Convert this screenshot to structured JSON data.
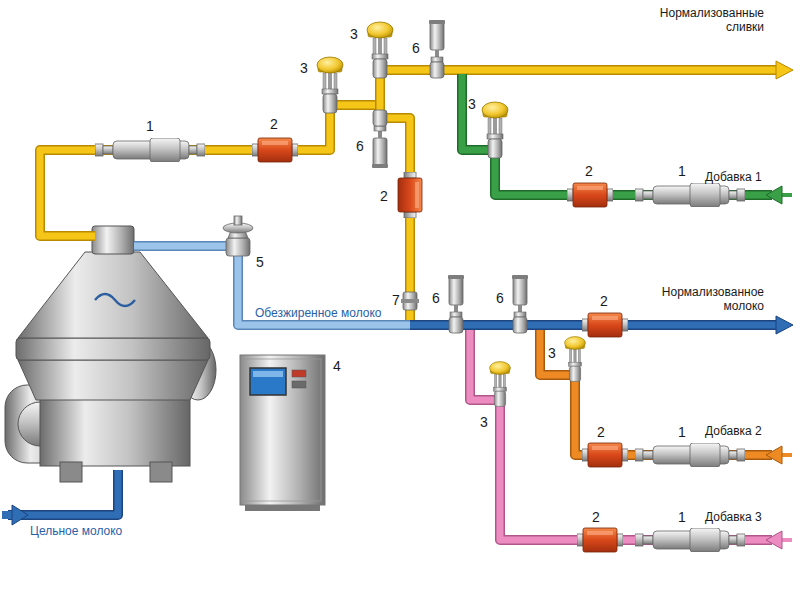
{
  "diagram": {
    "labels": [
      "Нормализованные сливки",
      "3",
      "6",
      "3",
      "1",
      "2",
      "3",
      "6",
      "2",
      "1",
      "Добавка 1",
      "2",
      "5",
      "Нормализованное молоко",
      "7",
      "6",
      "6",
      "2",
      "Обезжиренное молоко",
      "3",
      "4",
      "3",
      "2",
      "1",
      "Добавка 2",
      "2",
      "1",
      "Добавка 3",
      "Цельное молоко"
    ]
  }
}
